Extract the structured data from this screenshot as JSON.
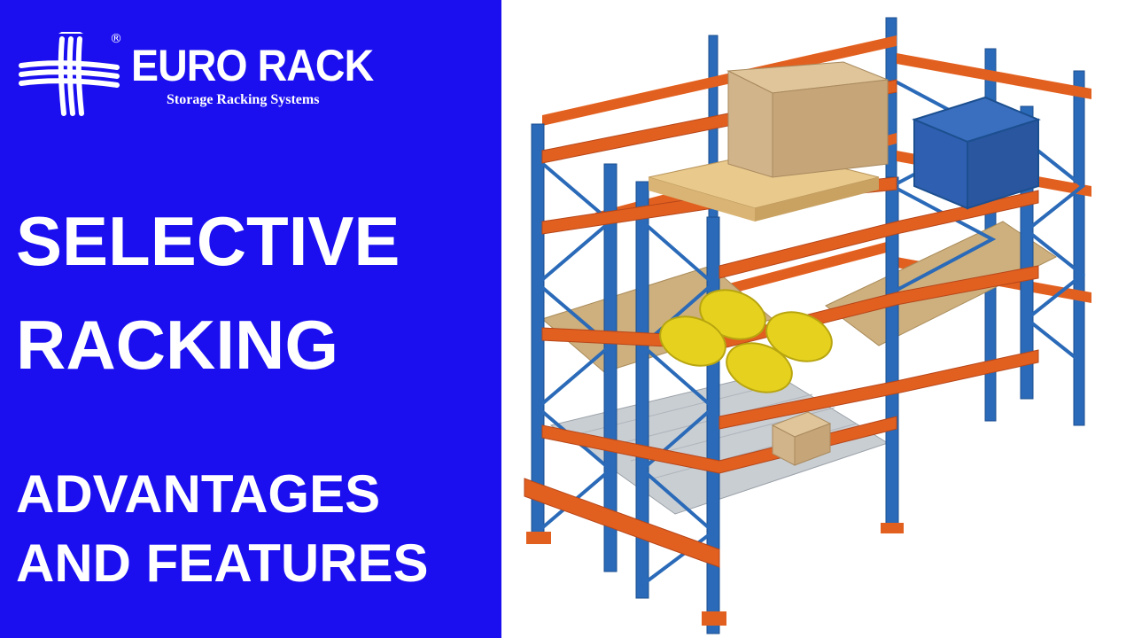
{
  "brand": {
    "name": "EURO RACK",
    "tagline": "Storage Racking Systems",
    "registered_mark": "®"
  },
  "headline": {
    "line1": "SELECTIVE",
    "line2": "RACKING",
    "line3": "ADVANTAGES",
    "line4": "AND FEATURES"
  },
  "colors": {
    "panel_background": "#1b0ff0",
    "text": "#ffffff",
    "upright_blue": "#2a6ab8",
    "beam_orange": "#e2601f",
    "pallet_wood": "#e9c98c",
    "carton": "#d2b48a",
    "drum_yellow": "#e6d21e",
    "metal_container": "#2f5fb0",
    "shelf_panel": "#cdb07e",
    "steel_deck": "#c9ced3"
  },
  "icons": {
    "logo_mark": "euro-rack-logo-icon",
    "illustration": "selective-racking-illustration"
  }
}
